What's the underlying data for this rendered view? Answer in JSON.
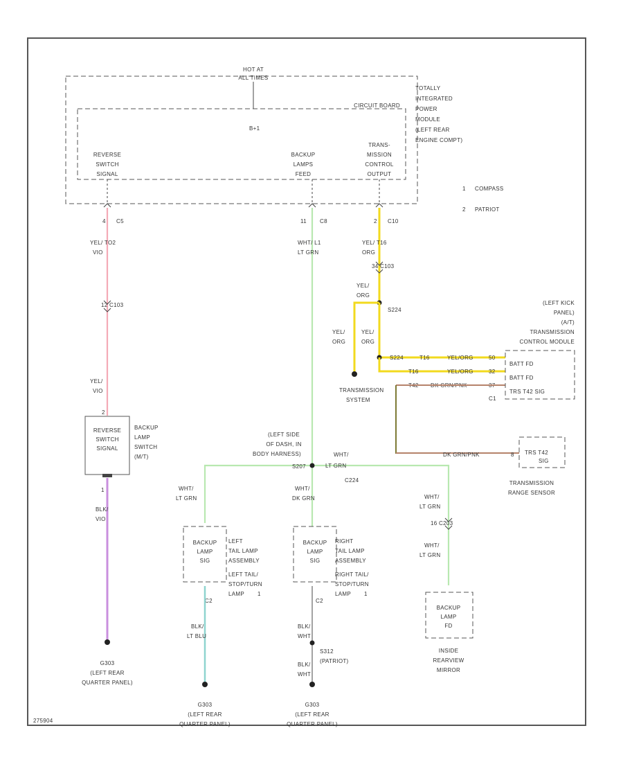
{
  "power": {
    "line1": "HOT AT",
    "line2": "ALL TIMES"
  },
  "tipm": {
    "lines": [
      "TOTALLY",
      "INTEGRATED",
      "POWER",
      "MODULE",
      "(LEFT REAR",
      "ENGINE COMPT)"
    ]
  },
  "circuit_board": {
    "label": "CIRCUIT BOARD",
    "fuse": "B+1"
  },
  "outputs": {
    "reverse": [
      "REVERSE",
      "SWITCH",
      "SIGNAL"
    ],
    "backup": [
      "BACKUP",
      "LAMPS",
      "FEED"
    ],
    "trans": [
      "TRANS-",
      "MISSION",
      "CONTROL",
      "OUTPUT"
    ]
  },
  "legend": {
    "items": [
      {
        "num": "1",
        "text": "COMPASS"
      },
      {
        "num": "2",
        "text": "PATRIOT"
      }
    ]
  },
  "pins": {
    "c5": {
      "pin": "4",
      "conn": "C5"
    },
    "c8": {
      "pin": "11",
      "conn": "C8"
    },
    "c10": {
      "pin": "2",
      "conn": "C10"
    }
  },
  "wires": {
    "pink_top": [
      "YEL/ TO2",
      "VIO"
    ],
    "c103_pink": "12 C103",
    "pink_bottom": [
      "YEL/",
      "VIO"
    ],
    "green_top": [
      "WHT/ L1",
      "LT GRN"
    ],
    "yellow_top": [
      "YEL/ T16",
      "ORG"
    ],
    "c103_yellow": "34 C103",
    "yellow_mid": [
      "YEL/",
      "ORG"
    ],
    "s224": "S224",
    "yellow_left": [
      "YEL/",
      "ORG"
    ],
    "yellow_right": [
      "YEL/",
      "ORG"
    ],
    "bus_label": [
      "WHT/",
      "LT GRN"
    ],
    "s207": "S207",
    "c224": "C224",
    "left_drop": [
      "WHT/",
      "LT GRN"
    ],
    "mid_drop": [
      "WHT/",
      "DK GRN"
    ],
    "right_drop": [
      "WHT/",
      "LT GRN"
    ],
    "c203": "16 C203",
    "right_drop2": [
      "WHT/",
      "LT GRN"
    ],
    "violet": [
      "BLK/",
      "VIO"
    ],
    "cyan": [
      "BLK/",
      "LT BLU"
    ],
    "blkwht1": [
      "BLK/",
      "WHT"
    ],
    "blkwht2": [
      "BLK/",
      "WHT"
    ],
    "s312": [
      "S312",
      "(PATRIOT)"
    ]
  },
  "tcm": {
    "title": [
      "(LEFT KICK",
      "PANEL)",
      "(A/T)",
      "TRANSMISSION",
      "CONTROL MODULE"
    ],
    "rows": [
      {
        "s": "S224",
        "c": "T16",
        "w": "YEL/ORG",
        "p": "50",
        "n": "BATT FD"
      },
      {
        "s": "",
        "c": "T16",
        "w": "YEL/ORG",
        "p": "32",
        "n": "BATT FD"
      },
      {
        "s": "",
        "c": "T42",
        "w": "DK GRN/PNK",
        "p": "37",
        "n": "TRS T42 SIG"
      }
    ],
    "conn": "C1"
  },
  "trs": {
    "pin": "8",
    "wire": "DK GRN/PNK",
    "label": [
      "TRS T42",
      "SIG"
    ],
    "name": [
      "TRANSMISSION",
      "RANGE SENSOR"
    ]
  },
  "trans_system": [
    "TRANSMISSION",
    "SYSTEM"
  ],
  "harness": [
    "(LEFT SIDE",
    "OF DASH, IN",
    "BODY HARNESS)"
  ],
  "reverse_switch": {
    "box": [
      "REVERSE",
      "SWITCH",
      "SIGNAL"
    ],
    "side": [
      "BACKUP",
      "LAMP",
      "SWITCH",
      "(M/T)"
    ],
    "pin": "2",
    "pin2": "1"
  },
  "left_tail": {
    "box": [
      "BACKUP",
      "LAMP",
      "SIG"
    ],
    "name": [
      "LEFT",
      "TAIL LAMP",
      "ASSEMBLY"
    ],
    "name2": [
      "LEFT TAIL/",
      "STOP/TURN",
      "LAMP"
    ],
    "c": "C2",
    "pin": "1"
  },
  "right_tail": {
    "box": [
      "BACKUP",
      "LAMP",
      "SIG"
    ],
    "name": [
      "RIGHT",
      "TAIL LAMP",
      "ASSEMBLY"
    ],
    "name2": [
      "RIGHT TAIL/",
      "STOP/TURN",
      "LAMP"
    ],
    "c": "C2",
    "pin": "1"
  },
  "mirror": {
    "box": [
      "BACKUP",
      "LAMP",
      "FD"
    ],
    "name": [
      "INSIDE",
      "REARVIEW",
      "MIRROR"
    ]
  },
  "grounds": {
    "g1": [
      "G303",
      "(LEFT REAR",
      "QUARTER PANEL)"
    ],
    "g2": [
      "G303",
      "(LEFT REAR",
      "QUARTER PANEL)"
    ],
    "g3": [
      "G303",
      "(LEFT REAR",
      "QUARTER PANEL)"
    ]
  },
  "fignum": "275904"
}
